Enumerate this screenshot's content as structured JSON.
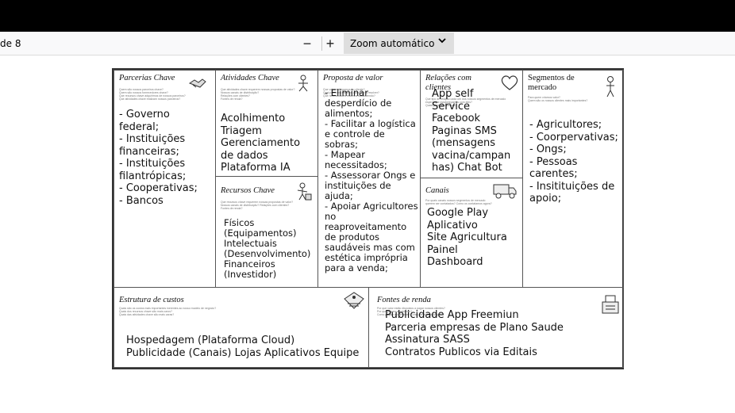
{
  "viewer": {
    "page_label": "de 8",
    "zoom_out_label": "−",
    "zoom_in_label": "+",
    "zoom_value": "Zoom automático"
  },
  "canvas": {
    "parcerias": {
      "title": "Parcerias Chave",
      "content": "- Governo\nfederal;\n- Instituições\nfinanceiras;\n- Instituições\nfilantrópicas;\n- Cooperativas;\n- Bancos"
    },
    "atividades": {
      "title": "Atividades Chave",
      "content": "Acolhimento\nTriagem\nGerenciamento\nde dados\nPlataforma IA"
    },
    "recursos": {
      "title": "Recursos Chave",
      "content": "Físicos\n(Equipamentos)\nIntelectuais\n(Desenvolvimento)\nFinanceiros\n(Investidor)"
    },
    "proposta": {
      "title": "Proposta de valor",
      "content": "- Eliminar\ndesperdício de\nalimentos;\n- Facilitar a logística\ne controle de\nsobras;\n- Mapear\nnecessitados;\n- Assessorar Ongs e\ninstituições de\najuda;\n- Apoiar Agricultores\nno\nreaproveitamento\nde produtos\nsaudáveis mas com\nestética imprópria\npara a venda;"
    },
    "relacoes": {
      "title": "Relações com\nclientes",
      "content": "App self\nService\nFacebook\nPaginas SMS\n(mensagens\nvacina/campan\nhas) Chat Bot"
    },
    "canais": {
      "title": "Canais",
      "content": "Google Play\nAplicativo\nSite Agricultura\nPainel\nDashboard"
    },
    "segmentos": {
      "title": "Segmentos de\nmercado",
      "content": "- Agricultores;\n- Coorpervativas;\n- Ongs;\n- Pessoas\ncarentes;\n- Insitituições de\napoio;"
    },
    "custos": {
      "title": "Estrutura de custos",
      "content": "Hospedagem (Plataforma Cloud)\nPublicidade (Canais) Lojas Aplicativos  Equipe"
    },
    "renda": {
      "title": "Fontes de renda",
      "content": "Publicidade App Freemiun\nParceria empresas de Plano Saude\nAssinatura SASS\nContratos Publicos via Editais"
    }
  }
}
